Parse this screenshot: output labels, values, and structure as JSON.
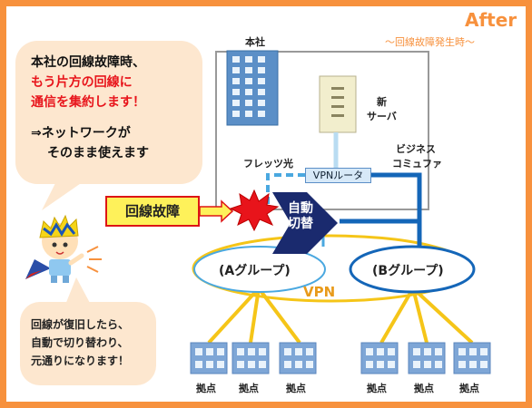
{
  "header": {
    "title": "After",
    "subtitle": "～回線故障発生時～"
  },
  "message": {
    "line1": "本社の回線故障時、",
    "line2": "もう片方の回線に",
    "line3": "通信を集約します！",
    "line4": "⇒ネットワークが",
    "line5": "そのまま使えます"
  },
  "note": {
    "line1": "回線が復旧したら、",
    "line2": "自動で切り替わり、",
    "line3": "元通りになります！"
  },
  "hq": {
    "label": "本社",
    "server_label_1": "新",
    "server_label_2": "サーバ"
  },
  "lines": {
    "flets": "フレッツ光",
    "business_1": "ビジネス",
    "business_2": "コミュファ"
  },
  "router": {
    "label": "VPNルータ"
  },
  "failure": {
    "label": "回線故障"
  },
  "switch": {
    "line1": "自動",
    "line2": "切替"
  },
  "groups": {
    "a": "(Aグループ)",
    "b": "(Bグループ)"
  },
  "vpn": {
    "label": "VPN"
  },
  "sites": {
    "labels": [
      "拠点",
      "拠点",
      "拠点",
      "拠点",
      "拠点",
      "拠点"
    ]
  },
  "colors": {
    "accent": "#f7913d",
    "red_text": "#e8141b",
    "line_blue": "#1466b8",
    "vpn_yellow": "#f5c518",
    "ellipse_blue": "#4aa8e0",
    "switch_navy": "#1a2a6e"
  }
}
